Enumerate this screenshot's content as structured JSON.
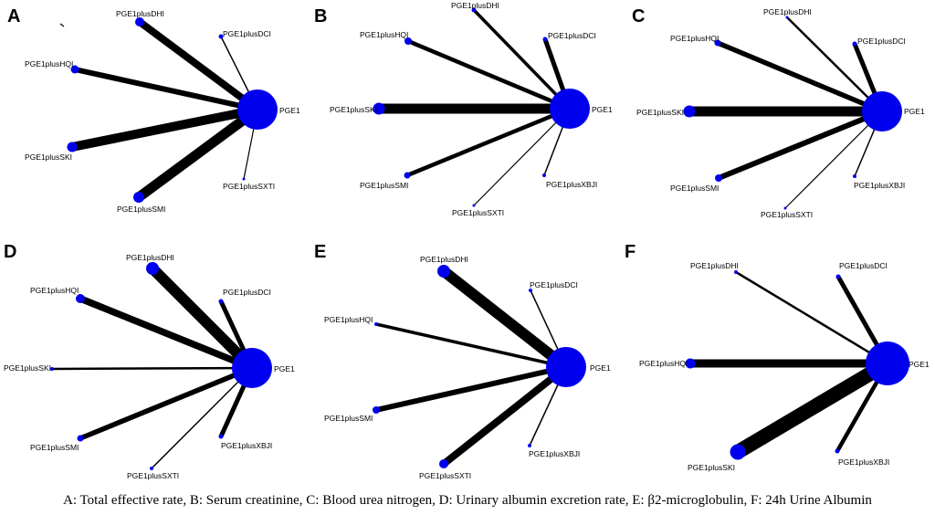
{
  "colors": {
    "node": "#0000ee",
    "edge": "#000000"
  },
  "caption": "A: Total effective rate, B: Serum creatinine, C:  Blood urea nitrogen, D: Urinary albumin excretion rate, E: β2-microglobulin, F: 24h Urine Albumin",
  "panels": [
    {
      "letter": "A",
      "hub": "PGE1",
      "nodes": [
        {
          "label": "PGE1plusDHI"
        },
        {
          "label": "PGE1plusDCI"
        },
        {
          "label": "PGE1plusHQI"
        },
        {
          "label": "PGE1plusSKI"
        },
        {
          "label": "PGE1plusSMI"
        },
        {
          "label": "PGE1plusSXTI"
        }
      ]
    },
    {
      "letter": "B",
      "hub": "PGE1",
      "nodes": [
        {
          "label": "PGE1plusDHI"
        },
        {
          "label": "PGE1plusDCI"
        },
        {
          "label": "PGE1plusHQI"
        },
        {
          "label": "PGE1plusSKI"
        },
        {
          "label": "PGE1plusSMI"
        },
        {
          "label": "PGE1plusXBJI"
        },
        {
          "label": "PGE1plusSXTI"
        }
      ]
    },
    {
      "letter": "C",
      "hub": "PGE1",
      "nodes": [
        {
          "label": "PGE1plusDHI"
        },
        {
          "label": "PGE1plusDCI"
        },
        {
          "label": "PGE1plusHQI"
        },
        {
          "label": "PGE1plusSKI"
        },
        {
          "label": "PGE1plusSMI"
        },
        {
          "label": "PGE1plusXBJI"
        },
        {
          "label": "PGE1plusSXTI"
        }
      ]
    },
    {
      "letter": "D",
      "hub": "PGE1",
      "nodes": [
        {
          "label": "PGE1plusDHI"
        },
        {
          "label": "PGE1plusDCI"
        },
        {
          "label": "PGE1plusHQI"
        },
        {
          "label": "PGE1plusSKI"
        },
        {
          "label": "PGE1plusSMI"
        },
        {
          "label": "PGE1plusXBJI"
        },
        {
          "label": "PGE1plusSXTI"
        }
      ]
    },
    {
      "letter": "E",
      "hub": "PGE1",
      "nodes": [
        {
          "label": "PGE1plusDHI"
        },
        {
          "label": "PGE1plusDCI"
        },
        {
          "label": "PGE1plusHQI"
        },
        {
          "label": "PGE1plusSMI"
        },
        {
          "label": "PGE1plusXBJI"
        },
        {
          "label": "PGE1plusSXTI"
        }
      ]
    },
    {
      "letter": "F",
      "hub": "PGE1",
      "nodes": [
        {
          "label": "PGE1plusDHI"
        },
        {
          "label": "PGE1plusDCI"
        },
        {
          "label": "PGE1plusHQI"
        },
        {
          "label": "PGE1plusSKI"
        },
        {
          "label": "PGE1plusXBJI"
        }
      ]
    }
  ]
}
